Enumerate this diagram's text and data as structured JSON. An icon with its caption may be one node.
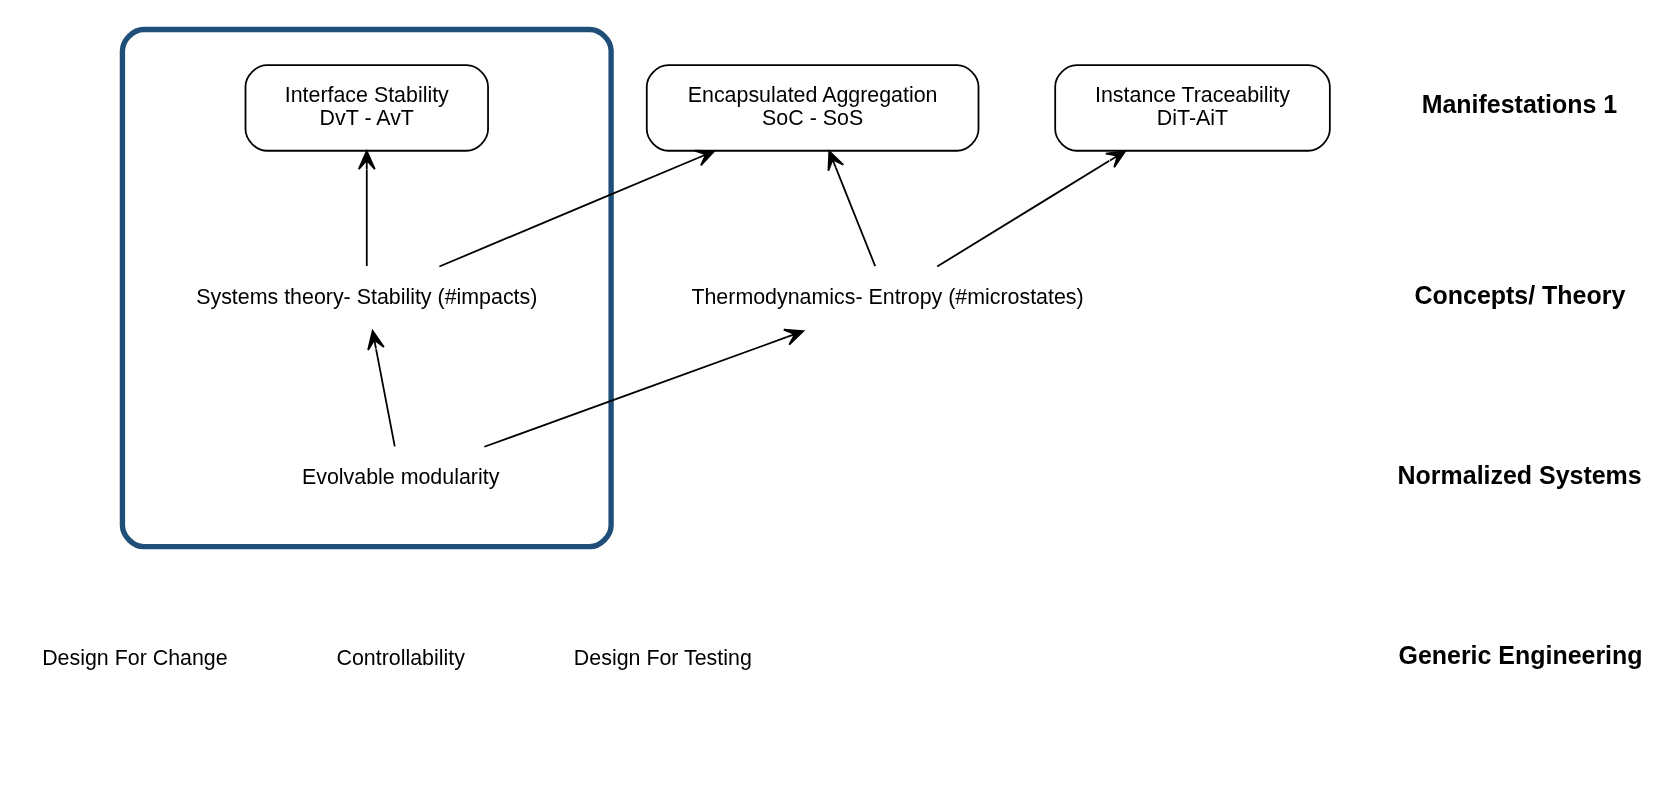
{
  "diagram": {
    "nodes": [
      {
        "text": [],
        "shape": "box"
      },
      {
        "text": [
          "Interface Stability",
          "DvT - AvT"
        ],
        "in": 0
      },
      {
        "text": [
          "Encapsulated Aggregation",
          "SoC - SoS"
        ]
      },
      {
        "text": [
          "Instance Traceability",
          "DiT-AiT"
        ]
      },
      {
        "text": [
          "Systems theory- Stability (#impacts)"
        ],
        "in": 0
      },
      {
        "text": [
          "Thermodynamics- Entropy (#microstates)"
        ]
      },
      {
        "text": [
          "Evolvable modularity"
        ],
        "in": 0
      }
    ],
    "edges": [
      {
        "from": 4,
        "to": 1,
        "arrow": "to"
      },
      {
        "from": 4,
        "to": 2,
        "arrow": "to"
      },
      {
        "from": 5,
        "to": 2,
        "arrow": "to"
      },
      {
        "from": 5,
        "to": 3,
        "arrow": "to"
      },
      {
        "from": 6,
        "to": 4,
        "arrow": "to"
      },
      {
        "from": 6,
        "to": 5,
        "arrow": "to"
      }
    ],
    "labels": [
      "Manifestations 1",
      "Concepts/ Theory",
      "Normalized Systems",
      "Generic Engineering",
      "Design For Change",
      "Controllability",
      "Design For Testing"
    ]
  }
}
